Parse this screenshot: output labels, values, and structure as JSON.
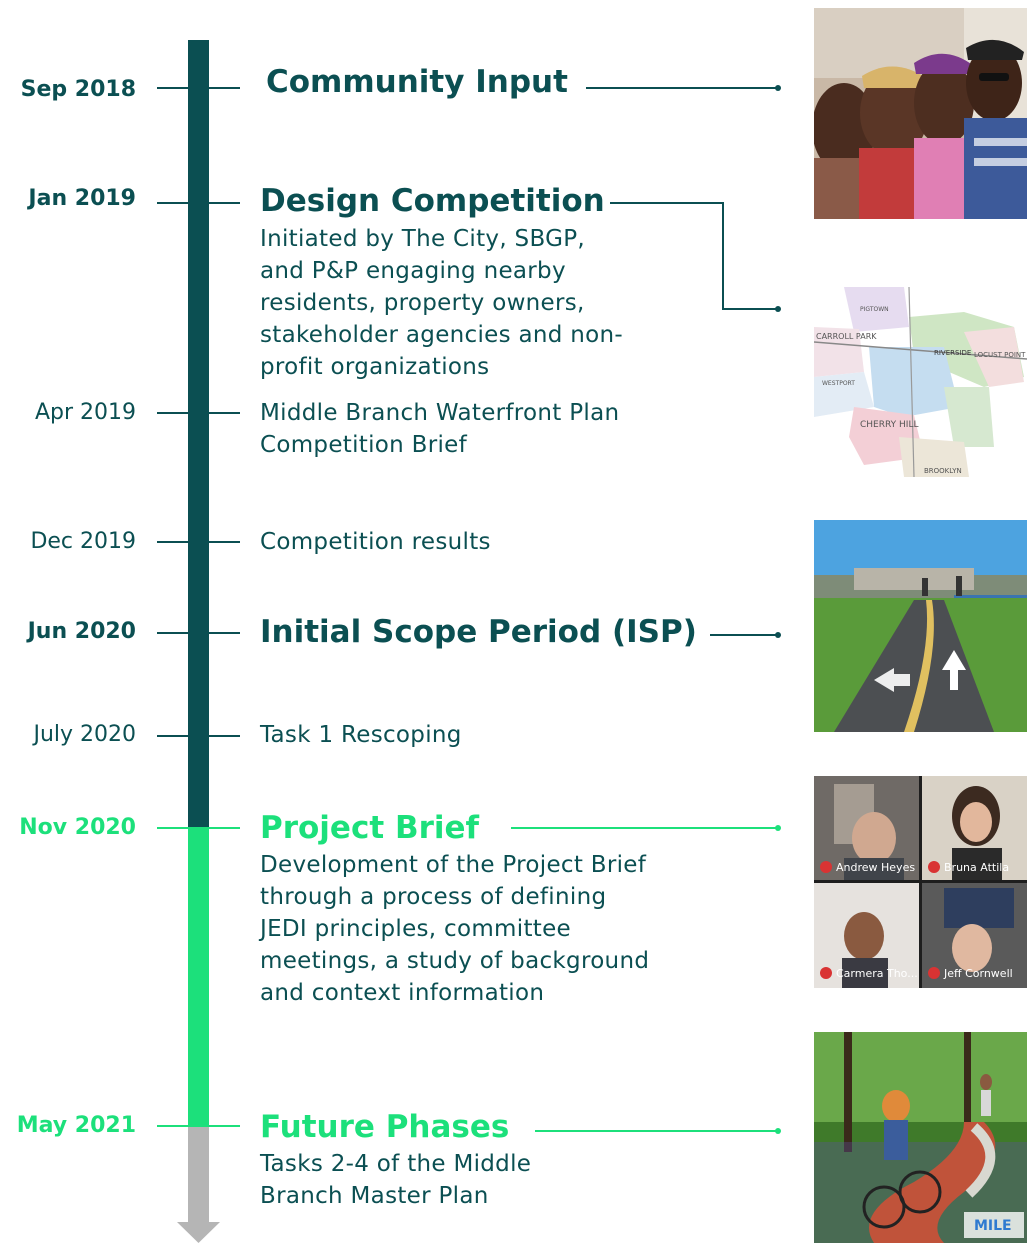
{
  "colors": {
    "dark_teal": "#0b4f52",
    "bright_green": "#1ce07b",
    "future_grey": "#b5b5b5"
  },
  "timeline": [
    {
      "date": "Sep 2018",
      "title": "Community Input"
    },
    {
      "date": "Jan 2019",
      "title": "Design Competition",
      "description": "Initiated by The City, SBGP, and P&P engaging nearby residents, property owners, stakeholder agencies and non-profit organizations"
    },
    {
      "date": "Apr 2019",
      "description": "Middle Branch Waterfront Plan Competition Brief"
    },
    {
      "date": "Dec 2019",
      "description": "Competition results"
    },
    {
      "date": "Jun 2020",
      "title": "Initial Scope Period (ISP)"
    },
    {
      "date": "July 2020",
      "description": "Task 1 Rescoping"
    },
    {
      "date": "Nov 2020",
      "title": "Project Brief",
      "description": "Development of the Project Brief through a process of defining JEDI principles, committee meetings, a study of background and context information"
    },
    {
      "date": "May 2021",
      "title": "Future Phases",
      "description": "Tasks 2-4 of the Middle Branch Master Plan"
    }
  ],
  "map_labels": [
    "PIGTOWN",
    "CARROLL PARK",
    "RIVERSIDE",
    "LOCUST POINT",
    "WESTPORT",
    "CHERRY HILL",
    "BROOKLYN"
  ],
  "video_call_participants": [
    "Andrew Heyes",
    "Bruna Attila",
    "Carmera Tho...",
    "Jeff Cornwell"
  ],
  "trail_marker_text": "MILE"
}
